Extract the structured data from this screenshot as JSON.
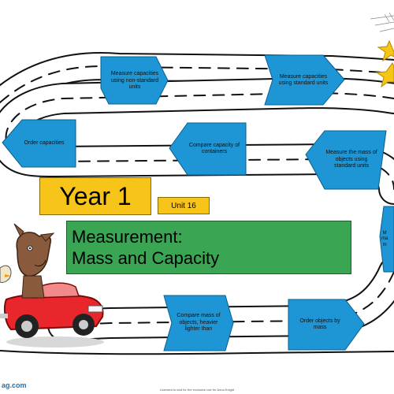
{
  "header": {
    "year_label": "Year 1",
    "unit_label": "Unit 16",
    "topic_line_1": "Measurement:",
    "topic_line_2": "Mass and Capacity"
  },
  "road_signs": [
    {
      "label": "Measure capacities using non-standard units"
    },
    {
      "label": "Measure capacities using standard units"
    },
    {
      "label": "Order capacities"
    },
    {
      "label": "Compare capacity of containers"
    },
    {
      "label": "Measure the mass of objects using standard units"
    },
    {
      "label": "Compare mass of objects, heavier lighter than"
    },
    {
      "label": "Order objects by mass"
    }
  ],
  "partial_sign": {
    "label": "M\nma\nm"
  },
  "footer": {
    "license": "Licensed to and for the exclusive use for Anna Knight",
    "logo_fragment": "ag.com"
  },
  "colors": {
    "sign": "#1e95d4",
    "year_box": "#f7c41a",
    "unit_box": "#f7c41a",
    "topic_box": "#3aa553",
    "road": "#ffffff",
    "star": "#f5c518",
    "car": "#e8262b"
  },
  "icons": [
    "star-icon",
    "car-icon",
    "donkey-icon"
  ]
}
